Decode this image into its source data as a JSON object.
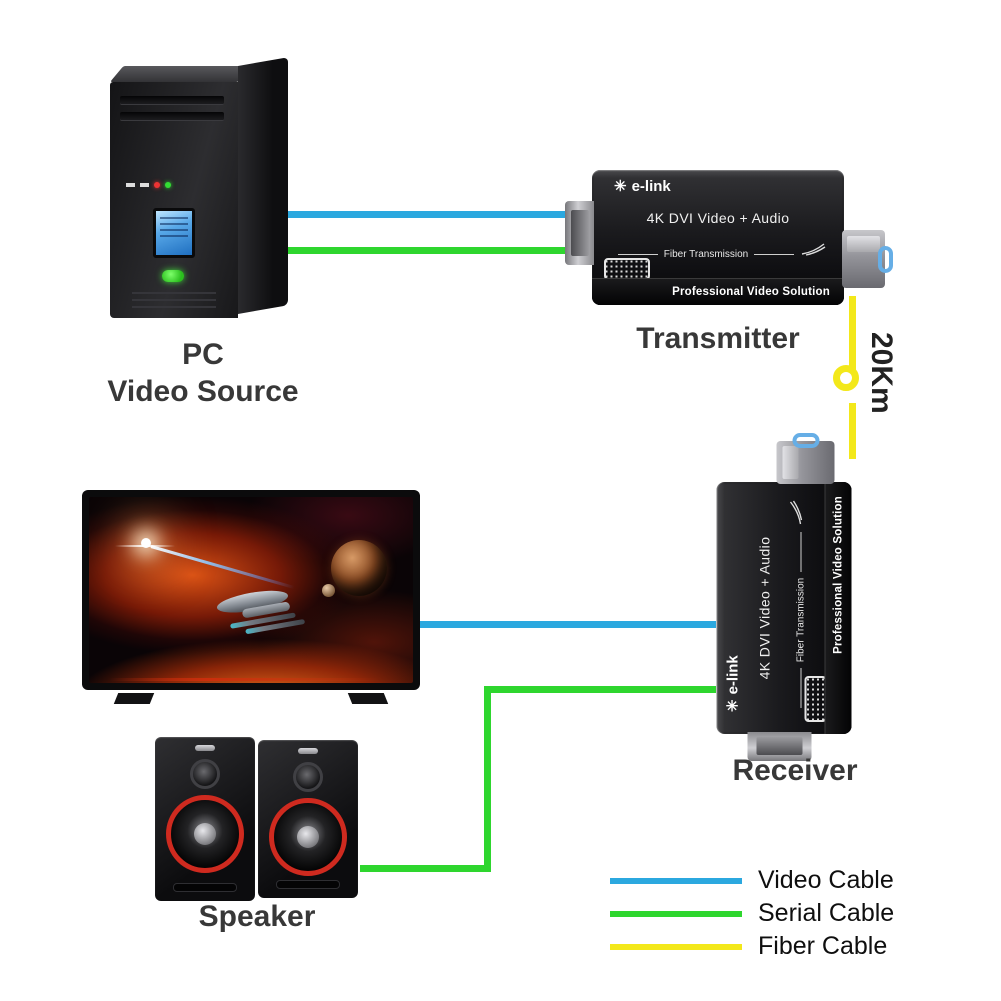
{
  "colors": {
    "video_cable": "#2BA8DF",
    "serial_cable": "#2ED62E",
    "fiber_cable": "#F3E81A"
  },
  "pc": {
    "label_lines": [
      "PC",
      "Video Source"
    ]
  },
  "transmitter": {
    "label": "Transmitter"
  },
  "receiver": {
    "label": "Receiver"
  },
  "speaker": {
    "label": "Speaker"
  },
  "fiber": {
    "distance": "20Km"
  },
  "device_panel": {
    "brand_icon": "✳",
    "brand": "e-link",
    "product": "4K DVI Video + Audio",
    "transmission": "Fiber Transmission",
    "tagline": "Professional Video Solution"
  },
  "legend": {
    "items": [
      {
        "label": "Video Cable"
      },
      {
        "label": "Serial Cable"
      },
      {
        "label": "Fiber Cable"
      }
    ]
  }
}
